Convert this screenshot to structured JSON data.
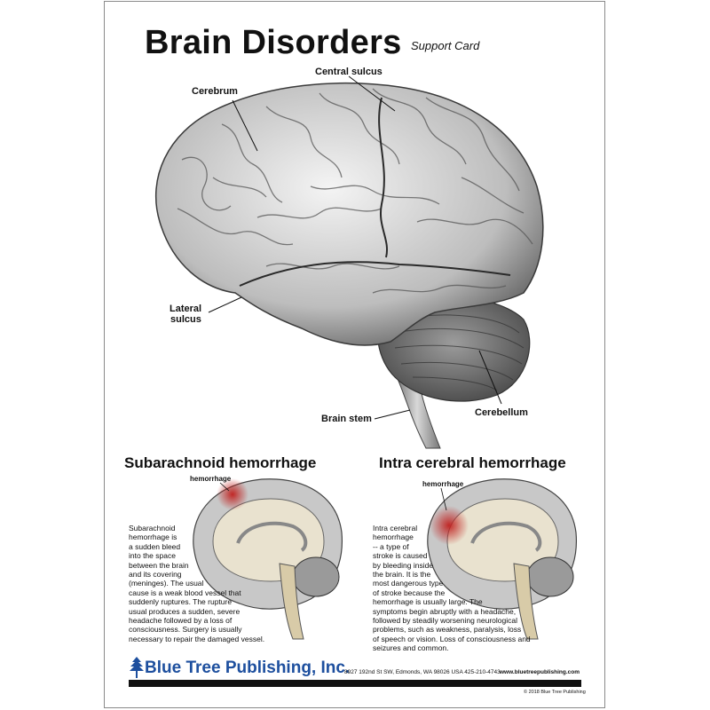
{
  "header": {
    "title": "Brain Disorders",
    "subtitle": "Support Card"
  },
  "main_diagram": {
    "labels": {
      "cerebrum": "Cerebrum",
      "central_sulcus": "Central sulcus",
      "lateral_sulcus_1": "Lateral",
      "lateral_sulcus_2": "sulcus",
      "brain_stem": "Brain stem",
      "cerebellum": "Cerebellum"
    }
  },
  "sections": {
    "subarachnoid": {
      "title": "Subarachnoid hemorrhage",
      "marker": "hemorrhage",
      "lines": [
        "Subarachnoid",
        "hemorrhage is",
        "a sudden bleed",
        "into the space",
        "between the brain",
        "and its covering",
        "(meninges). The usual",
        "cause is a weak blood vessel that",
        "suddenly ruptures. The rupture",
        "usual produces a sudden, severe",
        "headache followed by a loss of",
        "consciousness. Surgery is usually",
        "necessary to repair the damaged vessel."
      ]
    },
    "intracerebral": {
      "title": "Intra cerebral hemorrhage",
      "marker": "hemorrhage",
      "lines": [
        "Intra cerebral",
        "hemorrhage",
        "-- a type of",
        "stroke is caused",
        "by bleeding inside",
        "the brain. It is the",
        "most dangerous type",
        "of stroke because the",
        "hemorrhage is usually large. The",
        "symptoms begin abruptly with a headache,",
        "followed by steadily worsening neurological",
        "problems, such as weakness, paralysis, loss",
        "of speech or vision. Loss of consciousness and",
        "seizures and common."
      ]
    }
  },
  "footer": {
    "company": "Blue Tree Publishing, Inc.",
    "address": "8927 192nd St SW, Edmonds, WA 98026 USA 425-210-4743",
    "website": "www.bluetreepublishing.com",
    "copyright": "© 2018 Blue Tree Publishing"
  },
  "colors": {
    "brand": "#1d4f9e",
    "hemorrhage": "#c0201e"
  }
}
